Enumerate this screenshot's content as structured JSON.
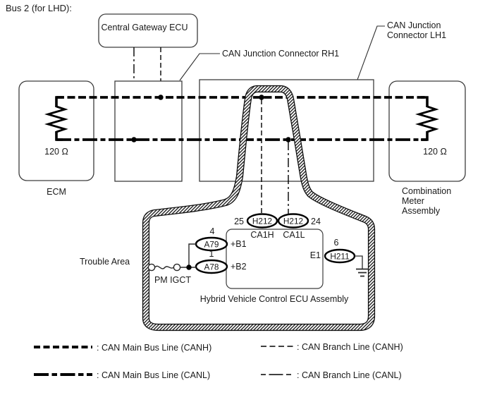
{
  "title": "Bus 2 (for LHD):",
  "colors": {
    "line": "#000000",
    "box_stroke": "#3d3d3d",
    "text": "#1a1a1a",
    "background": "#ffffff"
  },
  "nodes": {
    "central_gateway": {
      "label": "Central Gateway ECU"
    },
    "ecm": {
      "label": "ECM",
      "resistor": "120 Ω"
    },
    "combination_meter": {
      "label_line1": "Combination",
      "label_line2": "Meter",
      "label_line3": "Assembly",
      "resistor": "120 Ω"
    },
    "hybrid_ecu": {
      "label": "Hybrid Vehicle Control ECU Assembly"
    }
  },
  "callouts": {
    "rh1": "CAN Junction Connector RH1",
    "lh1_line1": "CAN Junction",
    "lh1_line2": "Connector LH1",
    "trouble_area": "Trouble Area",
    "pm_igct": "PM IGCT"
  },
  "connectors": {
    "ca1h": {
      "pin": "25",
      "id": "H212",
      "label": "CA1H"
    },
    "ca1l": {
      "pin": "24",
      "id": "H212",
      "label": "CA1L"
    },
    "b1": {
      "pin": "4",
      "id": "A79",
      "label": "+B1"
    },
    "b2": {
      "pin": "1",
      "id": "A78",
      "label": "+B2"
    },
    "e1": {
      "pin": "6",
      "id": "H211",
      "label": "E1"
    }
  },
  "legend": {
    "main_canh": ": CAN Main Bus Line (CANH)",
    "main_canl": ": CAN Main Bus Line (CANL)",
    "branch_canh": ": CAN Branch Line (CANH)",
    "branch_canl": ": CAN Branch Line (CANL)"
  }
}
